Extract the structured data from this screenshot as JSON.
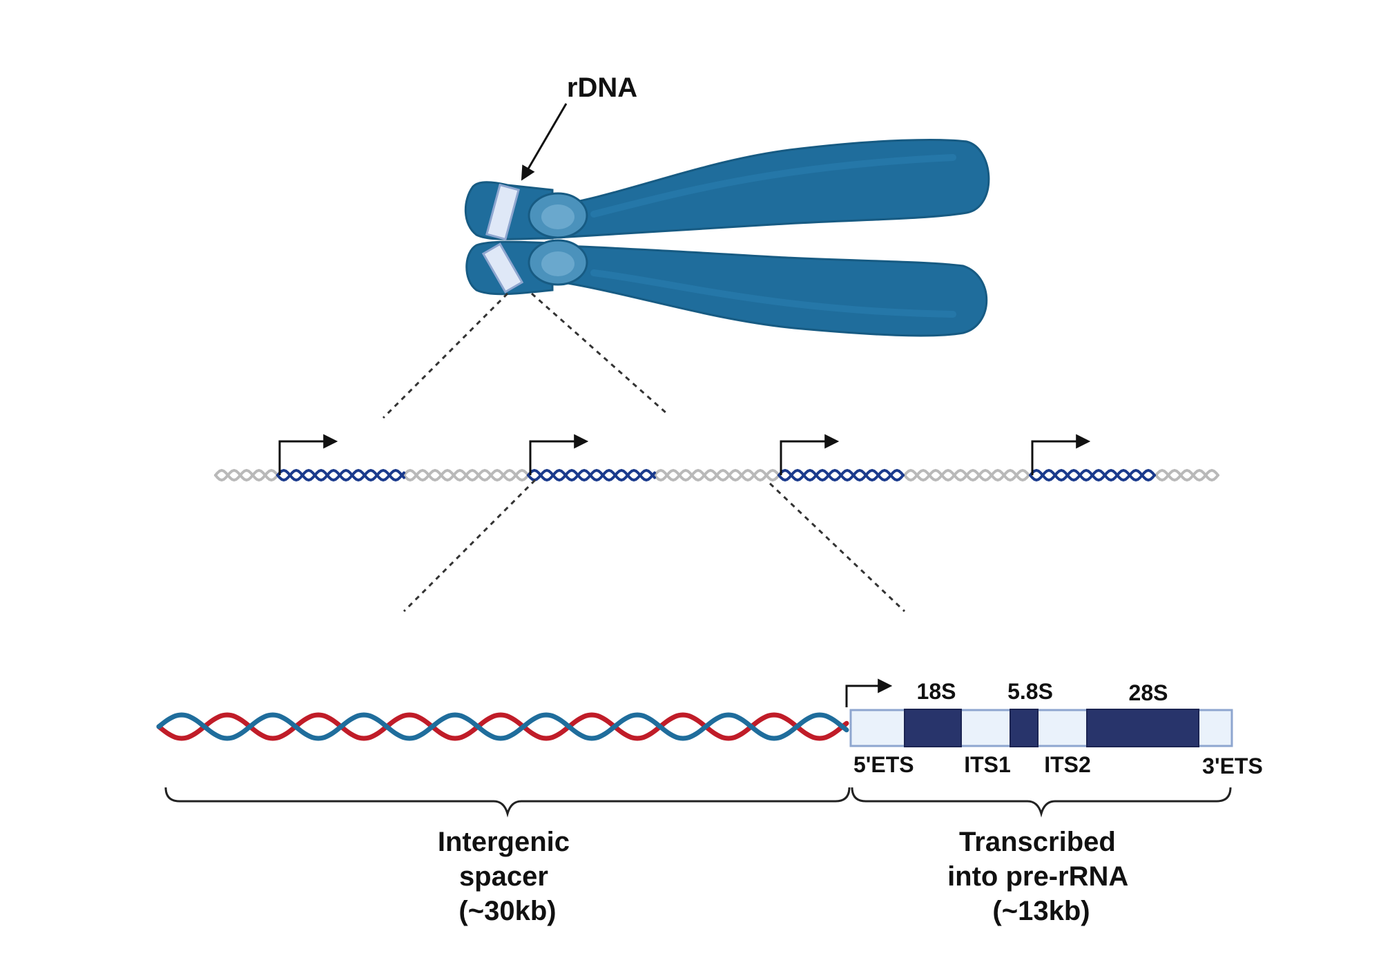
{
  "labels": {
    "rdna": "rDNA",
    "s18": "18S",
    "s58": "5.8S",
    "s28": "28S",
    "ets5": "5'ETS",
    "its1": "ITS1",
    "its2": "ITS2",
    "ets3": "3'ETS"
  },
  "captions": {
    "spacer": [
      "Intergenic",
      "spacer",
      "(~30kb)"
    ],
    "transcribed": [
      "Transcribed",
      "into pre-rRNA",
      "(~13kb)"
    ]
  },
  "colors": {
    "chromosome": "#1f6d9c",
    "chromosome_dark": "#175b83",
    "centromere": "#4b92bc",
    "rdna_band": "#dfe8f7",
    "gene_blue": "#1a3a8c",
    "spacer_gray": "#b9b9b9",
    "strand_red": "#c01c28",
    "strand_blue": "#1f6d9c",
    "rrna_block": "#28346b",
    "unit_fill": "#eaf2fb",
    "unit_border": "#8ea6cf"
  }
}
